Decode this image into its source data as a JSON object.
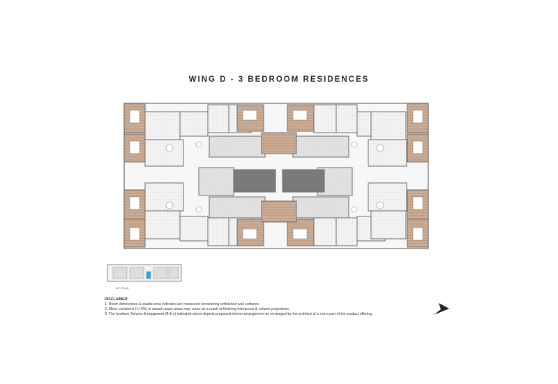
{
  "title": "WING D - 3 BEDROOM RESIDENCES",
  "key_plan": {
    "label": "KEY PLAN"
  },
  "disclaimer": {
    "heading": "DISCLAIMER:",
    "items": [
      "1. Room dimensions & usable area indicated are measured considering unfinished wall surfaces.",
      "2. Minor variations (+/-3%) in actual carpet areas may occur as a result of finishing tolerances & column projections.",
      "3. The furniture, fixtures & equipment (ff & e) indicated above depicts proposed interior arrangement as envisaged by the architect & is not a part of the product offering."
    ]
  },
  "colors": {
    "wall": "#6b6b6b",
    "wood_floor": "#c9a891",
    "core_dark": "#555555",
    "paper": "#ffffff",
    "key_plan_highlight": "#3aa0d8"
  },
  "icons": {
    "north_arrow": "north-arrow-icon"
  }
}
